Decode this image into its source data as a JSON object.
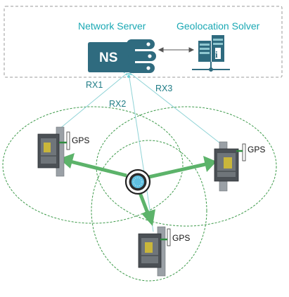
{
  "server_box": {
    "network_server_label": "Network Server",
    "geolocation_label": "Geolocation Solver",
    "ns_badge": "NS"
  },
  "receivers": [
    {
      "rx_label": "RX1",
      "gps_label": "GPS"
    },
    {
      "rx_label": "RX2",
      "gps_label": "GPS"
    },
    {
      "rx_label": "RX3",
      "gps_label": "GPS"
    }
  ],
  "colors": {
    "accent": "#1aa8b4",
    "arrow": "#5cb36a",
    "dash_circle": "#3d9a4a",
    "link_line": "#8fd3d6",
    "ns_box": "#2f6b7f",
    "box_border": "#9a9a9a"
  },
  "icons": {
    "server": "server-icon",
    "geolocation": "geolocation-server-icon",
    "gateway": "gateway-icon",
    "device": "end-device-icon",
    "link": "bidirectional-arrow-icon"
  }
}
